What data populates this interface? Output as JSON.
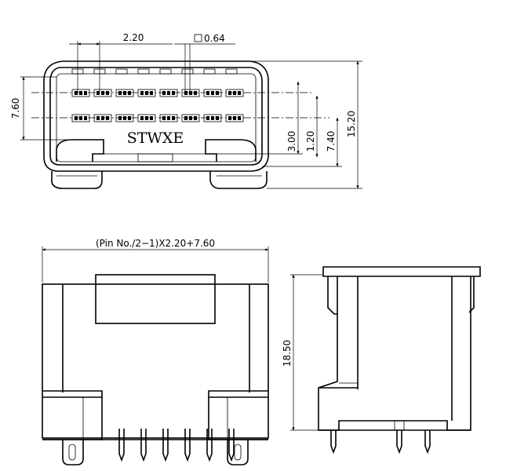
{
  "front_view": {
    "brand": "STWXE",
    "dim_pitch": "2.20",
    "dim_pin_square": "0.64",
    "dim_width": "7.60",
    "dim_row_to_bottom": "3.00",
    "dim_row_spacing": "1.20",
    "dim_row_to_top": "7.40",
    "dim_overall_height": "15.20",
    "pins_per_row": 8
  },
  "bottom_view": {
    "dim_formula": "(Pin No./2−1)X2.20+7.60"
  },
  "side_view": {
    "dim_height": "18.50"
  },
  "colors": {
    "line": "#000000",
    "background": "#ffffff"
  }
}
